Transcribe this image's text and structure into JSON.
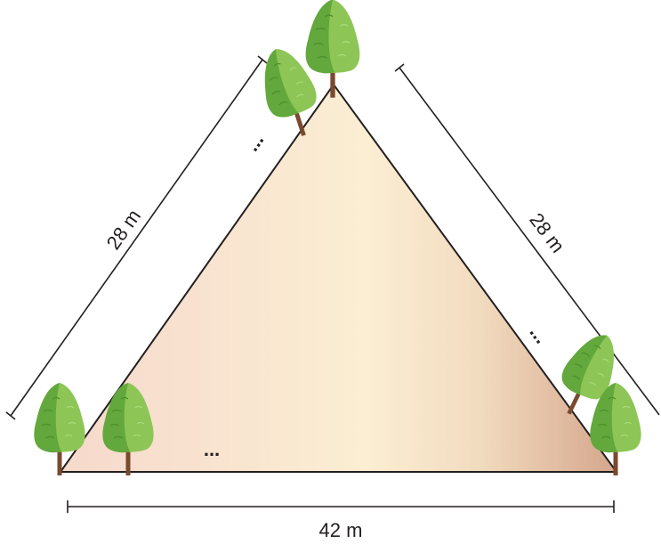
{
  "labels": {
    "left_side": "28 m",
    "right_side": "28 m",
    "base": "42 m"
  },
  "ellipses": {
    "left_side": "...",
    "right_side": "...",
    "base": "..."
  },
  "colors": {
    "field_left": "#f6d9cc",
    "field_middle": "#faebcf",
    "field_right": "#d7aa92",
    "line": "#231f20",
    "foliage_light": "#8dc656",
    "foliage_dark": "#5fa43a",
    "trunk": "#7a4a2e"
  }
}
